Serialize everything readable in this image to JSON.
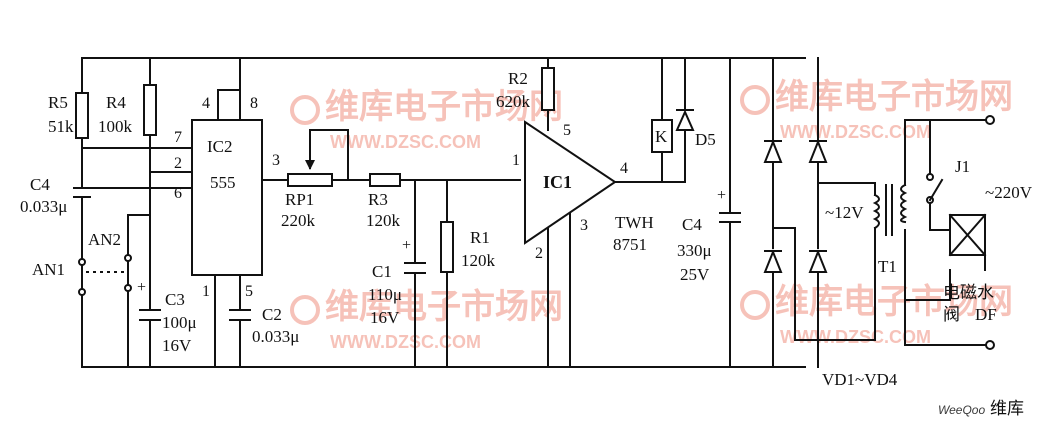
{
  "watermark": {
    "text_cn": "维库电子市场网",
    "url": "WWW.DZSC.COM"
  },
  "footer": {
    "brand": "WeeQoo",
    "site": "维库"
  },
  "components": {
    "r5": {
      "ref": "R5",
      "value": "51k"
    },
    "r4": {
      "ref": "R4",
      "value": "100k"
    },
    "c4a": {
      "ref": "C4",
      "value": "0.033μ"
    },
    "an1": {
      "ref": "AN1"
    },
    "an2": {
      "ref": "AN2"
    },
    "c3": {
      "ref": "C3",
      "value": "100μ",
      "voltage": "16V"
    },
    "ic2": {
      "ref": "IC2",
      "part": "555",
      "pins": [
        "4",
        "8",
        "7",
        "2",
        "6",
        "1",
        "5",
        "3"
      ]
    },
    "c2": {
      "ref": "C2",
      "value": "0.033μ"
    },
    "rp1": {
      "ref": "RP1",
      "value": "220k"
    },
    "r3": {
      "ref": "R3",
      "value": "120k"
    },
    "c1": {
      "ref": "C1",
      "value": "110μ",
      "voltage": "16V"
    },
    "r1": {
      "ref": "R1",
      "value": "120k"
    },
    "r2": {
      "ref": "R2",
      "value": "620k"
    },
    "ic1": {
      "ref": "IC1",
      "part": "TWH",
      "part2": "8751",
      "pins": [
        "1",
        "5",
        "4",
        "2",
        "3"
      ]
    },
    "relay": {
      "ref": "K"
    },
    "d5": {
      "ref": "D5"
    },
    "c4b": {
      "ref": "C4",
      "value": "330μ",
      "voltage": "25V"
    },
    "bridge": {
      "ref": "VD1~VD4"
    },
    "t1": {
      "ref": "T1",
      "secondary": "~12V"
    },
    "j1": {
      "ref": "J1"
    },
    "mains": {
      "value": "~220V"
    },
    "valve": {
      "name": "电磁水",
      "name2": "阀",
      "ref": "DF"
    }
  }
}
